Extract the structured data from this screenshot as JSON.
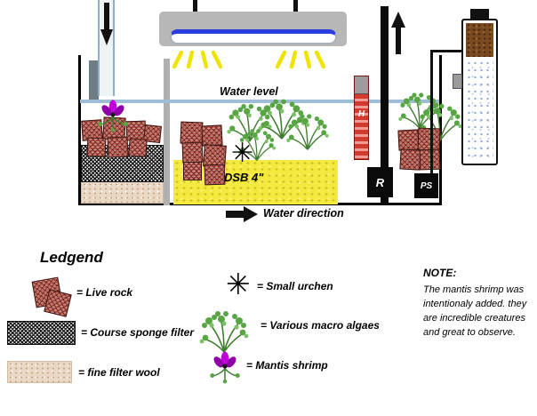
{
  "diagram": {
    "water_level_label": "Water level",
    "water_direction_label": "Water direction",
    "sand_bed_label": "DSB 4\"",
    "heater_label": "H",
    "return_pump_label": "R",
    "skimmer_pump_label": "PS"
  },
  "legend": {
    "title": "Ledgend",
    "items": {
      "live_rock": "= Live rock",
      "sponge": "= Course sponge filter",
      "wool": "= fine filter wool",
      "urchin": "= Small urchen",
      "algae": "= Various macro algaes",
      "mantis": "= Mantis shrimp"
    }
  },
  "note": {
    "title": "NOTE:",
    "line1": "The mantis shrimp was",
    "line2": "intentionaly added. they",
    "line3": "are incredible creatures",
    "line4": "and great to observe."
  },
  "symbols": {
    "urchin_glyph": "✳"
  },
  "colors": {
    "rock_base": "#c4685c",
    "sand_yellow": "#f4e93e",
    "water_line_blue": "#9fbdd4",
    "heater_red": "#d23a2e",
    "light_tube_blue": "#2b3fe0",
    "ray_yellow": "#f0e300",
    "algae_green": "#57a543",
    "algae_green_light": "#7cc167",
    "algae_stem_green": "#3f7d2f",
    "mantis_purple": "#c000d8",
    "mantis_purple_dark": "#8d00a8",
    "skimmer_media_brown": "#7c4a20",
    "wool_beige": "#ead8c4"
  }
}
